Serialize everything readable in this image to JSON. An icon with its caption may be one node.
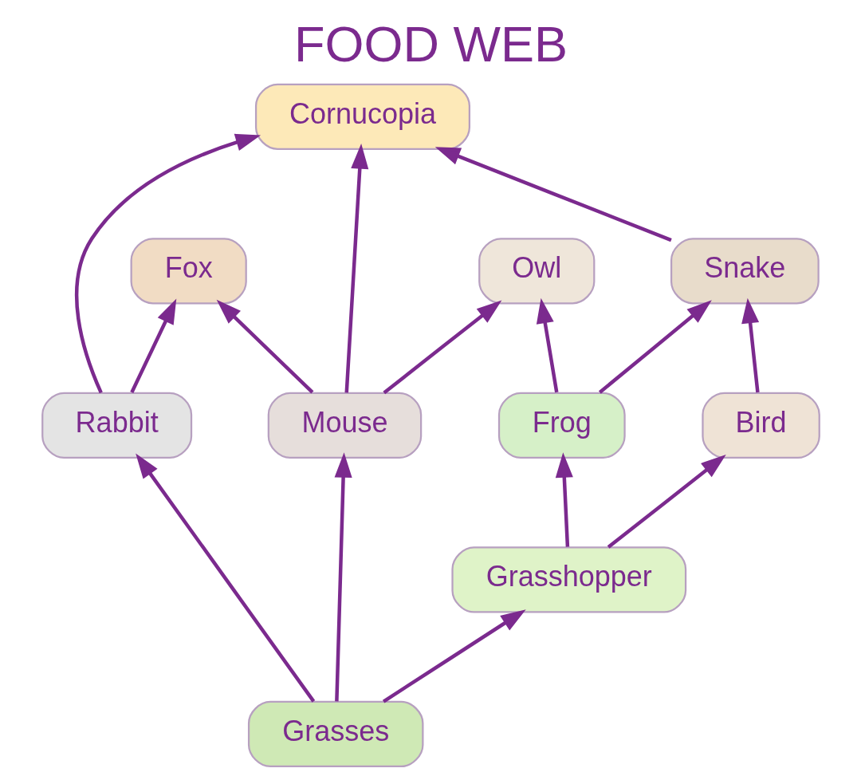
{
  "diagram": {
    "title": "FOOD WEB",
    "nodes": [
      {
        "text": [
          "Cornucopia"
        ]
      },
      {
        "text": [
          "Snake"
        ]
      },
      {
        "text": [
          "Fox"
        ]
      },
      {
        "text": [
          "Owl"
        ]
      },
      {
        "text": [
          "Frog"
        ]
      },
      {
        "text": [
          "Bird"
        ]
      },
      {
        "text": [
          "Rabbit"
        ]
      },
      {
        "text": [
          "Mouse"
        ]
      },
      {
        "text": [
          "Grasshopper"
        ]
      },
      {
        "text": [
          "Grasses"
        ]
      }
    ],
    "edges": [
      {
        "from": 1,
        "to": 0,
        "arrow": "to"
      },
      {
        "from": 6,
        "to": 0,
        "arrow": "to"
      },
      {
        "from": 7,
        "to": 0,
        "arrow": "to"
      },
      {
        "from": 6,
        "to": 2,
        "arrow": "to"
      },
      {
        "from": 7,
        "to": 2,
        "arrow": "to"
      },
      {
        "from": 4,
        "to": 3,
        "arrow": "to"
      },
      {
        "from": 4,
        "to": 1,
        "arrow": "to"
      },
      {
        "from": 5,
        "to": 1,
        "arrow": "to"
      },
      {
        "from": 7,
        "to": 3,
        "arrow": "to"
      },
      {
        "from": 8,
        "to": 4,
        "arrow": "to"
      },
      {
        "from": 8,
        "to": 5,
        "arrow": "to"
      },
      {
        "from": 9,
        "to": 6,
        "arrow": "to"
      },
      {
        "from": 9,
        "to": 7,
        "arrow": "to"
      },
      {
        "from": 9,
        "to": 8,
        "arrow": "to"
      }
    ]
  }
}
